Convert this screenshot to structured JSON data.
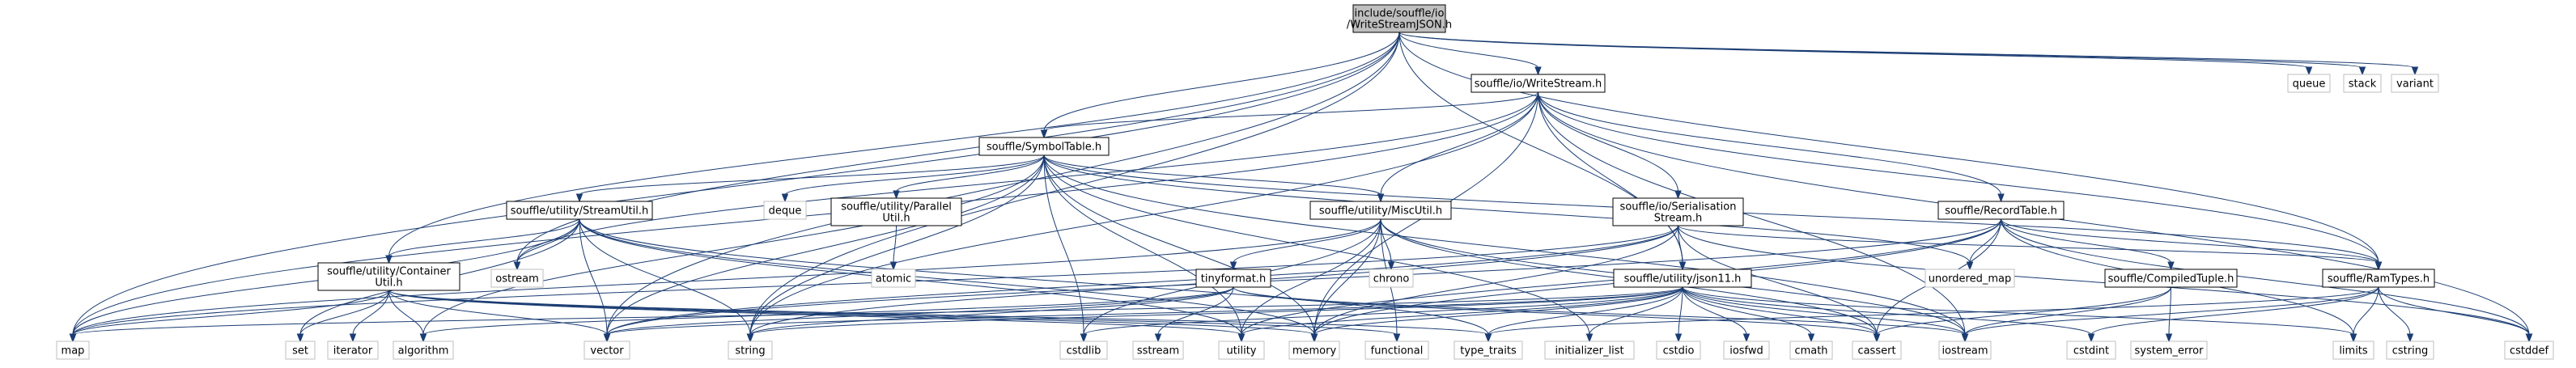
{
  "diagram": {
    "colors": {
      "edge": "#1b3d73",
      "root_fill": "#bfbfbf",
      "node_border": "#000000",
      "system_border": "#bfbfbf",
      "background": "#ffffff"
    },
    "nodes": [
      {
        "id": "root",
        "lines": [
          "include/souffle/io",
          "/WriteStreamJSON.h"
        ],
        "kind": "root"
      },
      {
        "id": "writestream",
        "lines": [
          "souffle/io/WriteStream.h"
        ],
        "kind": "local"
      },
      {
        "id": "symboltable",
        "lines": [
          "souffle/SymbolTable.h"
        ],
        "kind": "local"
      },
      {
        "id": "streamutil",
        "lines": [
          "souffle/utility/StreamUtil.h"
        ],
        "kind": "local"
      },
      {
        "id": "parallelutil",
        "lines": [
          "souffle/utility/Parallel",
          "Util.h"
        ],
        "kind": "local"
      },
      {
        "id": "miscutil",
        "lines": [
          "souffle/utility/MiscUtil.h"
        ],
        "kind": "local"
      },
      {
        "id": "serialisation",
        "lines": [
          "souffle/io/Serialisation",
          "Stream.h"
        ],
        "kind": "local"
      },
      {
        "id": "recordtable",
        "lines": [
          "souffle/RecordTable.h"
        ],
        "kind": "local"
      },
      {
        "id": "containerutil",
        "lines": [
          "souffle/utility/Container",
          "Util.h"
        ],
        "kind": "local"
      },
      {
        "id": "tinyformat",
        "lines": [
          "tinyformat.h"
        ],
        "kind": "local"
      },
      {
        "id": "json11",
        "lines": [
          "souffle/utility/json11.h"
        ],
        "kind": "local"
      },
      {
        "id": "compiledtuple",
        "lines": [
          "souffle/CompiledTuple.h"
        ],
        "kind": "local"
      },
      {
        "id": "ramtypes",
        "lines": [
          "souffle/RamTypes.h"
        ],
        "kind": "local"
      },
      {
        "id": "queue",
        "lines": [
          "queue"
        ],
        "kind": "system"
      },
      {
        "id": "stack",
        "lines": [
          "stack"
        ],
        "kind": "system"
      },
      {
        "id": "variant",
        "lines": [
          "variant"
        ],
        "kind": "system"
      },
      {
        "id": "deque",
        "lines": [
          "deque"
        ],
        "kind": "system"
      },
      {
        "id": "ostream",
        "lines": [
          "ostream"
        ],
        "kind": "system"
      },
      {
        "id": "atomic",
        "lines": [
          "atomic"
        ],
        "kind": "system"
      },
      {
        "id": "chrono",
        "lines": [
          "chrono"
        ],
        "kind": "system"
      },
      {
        "id": "unordered_map",
        "lines": [
          "unordered_map"
        ],
        "kind": "system"
      },
      {
        "id": "map",
        "lines": [
          "map"
        ],
        "kind": "system"
      },
      {
        "id": "set",
        "lines": [
          "set"
        ],
        "kind": "system"
      },
      {
        "id": "iterator",
        "lines": [
          "iterator"
        ],
        "kind": "system"
      },
      {
        "id": "algorithm",
        "lines": [
          "algorithm"
        ],
        "kind": "system"
      },
      {
        "id": "vector",
        "lines": [
          "vector"
        ],
        "kind": "system"
      },
      {
        "id": "string",
        "lines": [
          "string"
        ],
        "kind": "system"
      },
      {
        "id": "cstdlib",
        "lines": [
          "cstdlib"
        ],
        "kind": "system"
      },
      {
        "id": "sstream",
        "lines": [
          "sstream"
        ],
        "kind": "system"
      },
      {
        "id": "utility",
        "lines": [
          "utility"
        ],
        "kind": "system"
      },
      {
        "id": "memory",
        "lines": [
          "memory"
        ],
        "kind": "system"
      },
      {
        "id": "functional",
        "lines": [
          "functional"
        ],
        "kind": "system"
      },
      {
        "id": "type_traits",
        "lines": [
          "type_traits"
        ],
        "kind": "system"
      },
      {
        "id": "initializer_list",
        "lines": [
          "initializer_list"
        ],
        "kind": "system"
      },
      {
        "id": "cstdio",
        "lines": [
          "cstdio"
        ],
        "kind": "system"
      },
      {
        "id": "iosfwd",
        "lines": [
          "iosfwd"
        ],
        "kind": "system"
      },
      {
        "id": "cmath",
        "lines": [
          "cmath"
        ],
        "kind": "system"
      },
      {
        "id": "cassert",
        "lines": [
          "cassert"
        ],
        "kind": "system"
      },
      {
        "id": "iostream",
        "lines": [
          "iostream"
        ],
        "kind": "system"
      },
      {
        "id": "cstdint",
        "lines": [
          "cstdint"
        ],
        "kind": "system"
      },
      {
        "id": "system_error",
        "lines": [
          "system_error"
        ],
        "kind": "system"
      },
      {
        "id": "limits",
        "lines": [
          "limits"
        ],
        "kind": "system"
      },
      {
        "id": "cstring",
        "lines": [
          "cstring"
        ],
        "kind": "system"
      },
      {
        "id": "cstddef",
        "lines": [
          "cstddef"
        ],
        "kind": "system"
      }
    ],
    "edges": [
      [
        "root",
        "writestream"
      ],
      [
        "root",
        "symboltable"
      ],
      [
        "root",
        "containerutil"
      ],
      [
        "root",
        "json11"
      ],
      [
        "root",
        "ramtypes"
      ],
      [
        "root",
        "queue"
      ],
      [
        "root",
        "stack"
      ],
      [
        "root",
        "variant"
      ],
      [
        "root",
        "map"
      ],
      [
        "root",
        "vector"
      ],
      [
        "root",
        "string"
      ],
      [
        "root",
        "ostream"
      ],
      [
        "writestream",
        "symboltable"
      ],
      [
        "writestream",
        "miscutil"
      ],
      [
        "writestream",
        "serialisation"
      ],
      [
        "writestream",
        "recordtable"
      ],
      [
        "writestream",
        "json11"
      ],
      [
        "writestream",
        "ramtypes"
      ],
      [
        "writestream",
        "map"
      ],
      [
        "writestream",
        "string"
      ],
      [
        "writestream",
        "ostream"
      ],
      [
        "writestream",
        "memory"
      ],
      [
        "writestream",
        "iostream"
      ],
      [
        "writestream",
        "cstddef"
      ],
      [
        "symboltable",
        "streamutil"
      ],
      [
        "symboltable",
        "parallelutil"
      ],
      [
        "symboltable",
        "miscutil"
      ],
      [
        "symboltable",
        "ramtypes"
      ],
      [
        "symboltable",
        "deque"
      ],
      [
        "symboltable",
        "string"
      ],
      [
        "symboltable",
        "algorithm"
      ],
      [
        "symboltable",
        "cstdlib"
      ],
      [
        "symboltable",
        "utility"
      ],
      [
        "symboltable",
        "memory"
      ],
      [
        "symboltable",
        "initializer_list"
      ],
      [
        "symboltable",
        "iostream"
      ],
      [
        "symboltable",
        "unordered_map"
      ],
      [
        "symboltable",
        "vector"
      ],
      [
        "streamutil",
        "containerutil"
      ],
      [
        "streamutil",
        "ostream"
      ],
      [
        "streamutil",
        "map"
      ],
      [
        "streamutil",
        "set"
      ],
      [
        "streamutil",
        "vector"
      ],
      [
        "streamutil",
        "string"
      ],
      [
        "streamutil",
        "utility"
      ],
      [
        "streamutil",
        "memory"
      ],
      [
        "streamutil",
        "type_traits"
      ],
      [
        "parallelutil",
        "atomic"
      ],
      [
        "miscutil",
        "tinyformat"
      ],
      [
        "miscutil",
        "chrono"
      ],
      [
        "miscutil",
        "cstdlib"
      ],
      [
        "miscutil",
        "utility"
      ],
      [
        "miscutil",
        "memory"
      ],
      [
        "miscutil",
        "functional"
      ],
      [
        "miscutil",
        "iostream"
      ],
      [
        "miscutil",
        "cassert"
      ],
      [
        "miscutil",
        "map"
      ],
      [
        "serialisation",
        "json11"
      ],
      [
        "serialisation",
        "ramtypes"
      ],
      [
        "serialisation",
        "memory"
      ],
      [
        "serialisation",
        "string"
      ],
      [
        "serialisation",
        "vector"
      ],
      [
        "serialisation",
        "cassert"
      ],
      [
        "serialisation",
        "cstddef"
      ],
      [
        "serialisation",
        "map"
      ],
      [
        "recordtable",
        "compiledtuple"
      ],
      [
        "recordtable",
        "ramtypes"
      ],
      [
        "recordtable",
        "unordered_map"
      ],
      [
        "recordtable",
        "cassert"
      ],
      [
        "recordtable",
        "cstddef"
      ],
      [
        "recordtable",
        "limits"
      ],
      [
        "recordtable",
        "memory"
      ],
      [
        "recordtable",
        "utility"
      ],
      [
        "recordtable",
        "vector"
      ],
      [
        "containerutil",
        "map"
      ],
      [
        "containerutil",
        "set"
      ],
      [
        "containerutil",
        "iterator"
      ],
      [
        "containerutil",
        "algorithm"
      ],
      [
        "containerutil",
        "vector"
      ],
      [
        "containerutil",
        "functional"
      ],
      [
        "containerutil",
        "utility"
      ],
      [
        "containerutil",
        "memory"
      ],
      [
        "containerutil",
        "type_traits"
      ],
      [
        "tinyformat",
        "algorithm"
      ],
      [
        "tinyformat",
        "cassert"
      ],
      [
        "tinyformat",
        "iostream"
      ],
      [
        "tinyformat",
        "sstream"
      ],
      [
        "tinyformat",
        "vector"
      ],
      [
        "tinyformat",
        "string"
      ],
      [
        "json11",
        "vector"
      ],
      [
        "json11",
        "string"
      ],
      [
        "json11",
        "map"
      ],
      [
        "json11",
        "memory"
      ],
      [
        "json11",
        "initializer_list"
      ],
      [
        "json11",
        "cstdio"
      ],
      [
        "json11",
        "iosfwd"
      ],
      [
        "json11",
        "cmath"
      ],
      [
        "json11",
        "cassert"
      ],
      [
        "json11",
        "iostream"
      ],
      [
        "json11",
        "cstdint"
      ],
      [
        "json11",
        "cstdlib"
      ],
      [
        "json11",
        "utility"
      ],
      [
        "json11",
        "type_traits"
      ],
      [
        "json11",
        "limits"
      ],
      [
        "compiledtuple",
        "cassert"
      ],
      [
        "compiledtuple",
        "iostream"
      ],
      [
        "compiledtuple",
        "system_error"
      ],
      [
        "ramtypes",
        "cstdint"
      ],
      [
        "ramtypes",
        "cstring"
      ],
      [
        "ramtypes",
        "iostream"
      ],
      [
        "ramtypes",
        "limits"
      ],
      [
        "ramtypes",
        "type_traits"
      ],
      [
        "ramtypes",
        "cstddef"
      ]
    ]
  }
}
